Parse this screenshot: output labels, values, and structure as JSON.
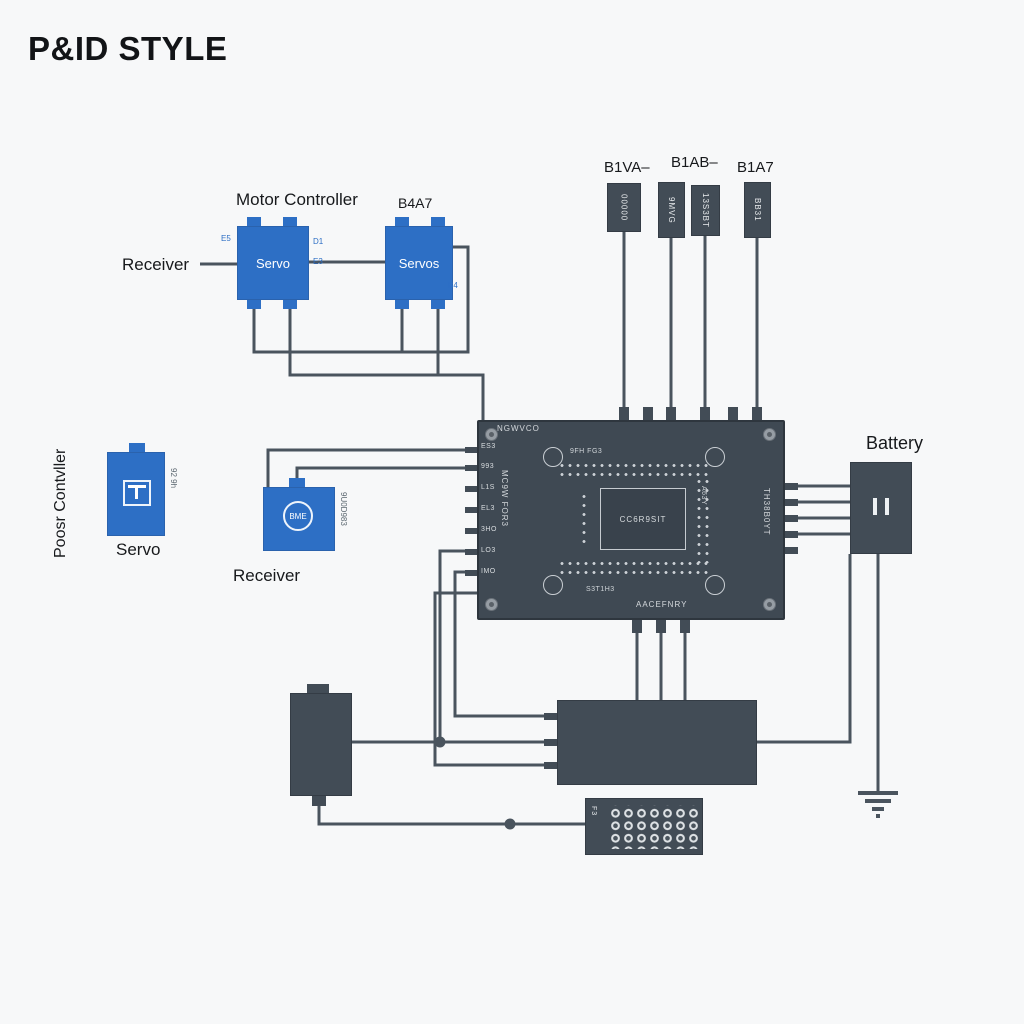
{
  "title": "P&ID STYLE",
  "top_left": {
    "motor_controller_label": "Motor Controller",
    "b4a7_label": "B4A7",
    "receiver_label": "Receiver",
    "servo_box_1": "Servo",
    "servo_box_2": "Servos",
    "pin_notes": [
      "E5",
      "D1",
      "E3",
      "B4"
    ]
  },
  "top_right": {
    "labels": [
      "B1VA–",
      "B1AB–",
      "B1A7"
    ],
    "component_texts": [
      "00000",
      "9MVG",
      "13S3BT",
      "BB31"
    ]
  },
  "board": {
    "top_left_text": "NGWVCO",
    "left_side_text": "MC9W FOR3",
    "right_side_text": "TH38B0YT",
    "bottom_text": "AACEFNRY",
    "chip_text": "CC6R9SIT",
    "note_top": "9FH FG3",
    "note_bottom": "S3T1H3",
    "note_right": "A63Y",
    "pin_labels": [
      "ES3",
      "993",
      "L1S",
      "EL3",
      "3HO",
      "LO3",
      "IMO"
    ]
  },
  "left_assembly": {
    "rotated_label": "Poosr Contvller",
    "servo_label": "Servo",
    "servo_side_note": "92 9h",
    "receiver_label": "Receiver",
    "bme_text": "BME",
    "bme_side_note": "9U0D983"
  },
  "battery": {
    "label": "Battery"
  },
  "connector": {
    "side_text": "F3"
  }
}
